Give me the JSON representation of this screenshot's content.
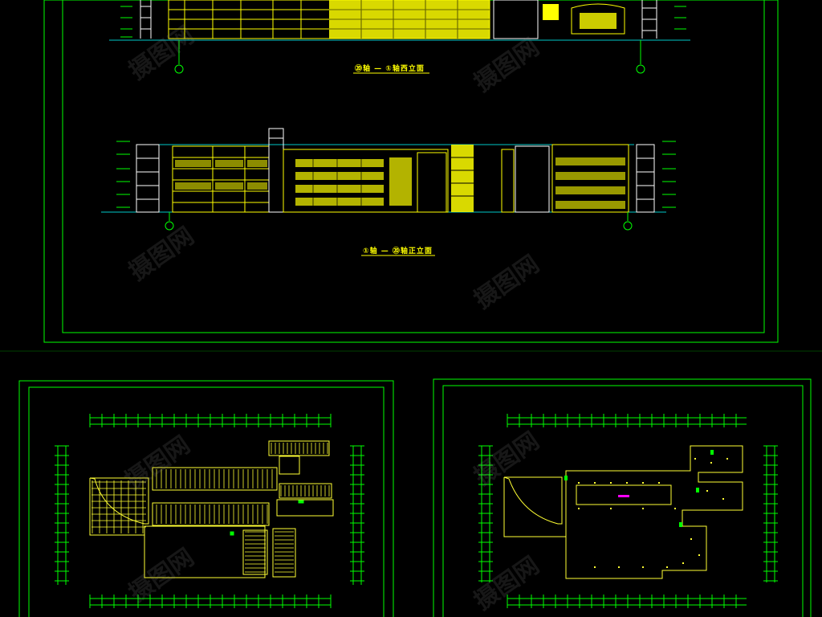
{
  "drawings": {
    "elevation_top": {
      "title": "⑳轴 — ①轴西立面"
    },
    "elevation_bottom": {
      "title": "①轴 — ⑳轴正立面"
    }
  },
  "colors": {
    "background": "#000000",
    "frame": "#00ff00",
    "building": "#ffff00",
    "dimension": "#00ff00",
    "grid_line": "#00c8c8",
    "plan_outline": "#ffff33",
    "accent": "#ff00ff"
  },
  "watermark": {
    "text": "摄图网"
  }
}
